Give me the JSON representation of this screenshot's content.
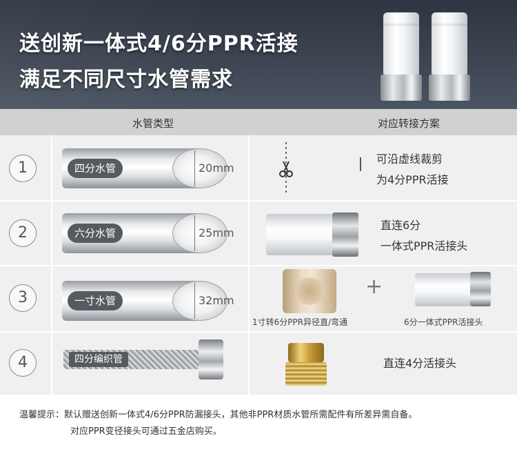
{
  "banner": {
    "title_line1": "送创新一体式4/6分PPR活接",
    "title_line2": "满足不同尺寸水管需求"
  },
  "table": {
    "header_pipe_type": "水管类型",
    "header_solution": "对应转接方案",
    "rows": [
      {
        "number": "1",
        "pipe_label": "四分水管",
        "dimension": "20mm",
        "solution_line1": "可沿虚线裁剪",
        "solution_line2": "为4分PPR活接"
      },
      {
        "number": "2",
        "pipe_label": "六分水管",
        "dimension": "25mm",
        "solution_line1": "直连6分",
        "solution_line2": "一体式PPR活接头"
      },
      {
        "number": "3",
        "pipe_label": "一寸水管",
        "dimension": "32mm",
        "plus_sign": "+",
        "caption_left": "1寸转6分PPR异径直/弯通",
        "caption_right": "6分一体式PPR活接头"
      },
      {
        "number": "4",
        "pipe_label": "四分编织管",
        "solution_line1": "直连4分活接头"
      }
    ]
  },
  "footer": {
    "line1": "温馨提示：默认赠送创新一体式4/6分PPR防漏接头，其他非PPR材质水管所需配件有所差异需自备。",
    "line2": "对应PPR变径接头可通过五金店购买。"
  },
  "icons": {
    "scissors": "scissors-icon"
  },
  "colors": {
    "banner_bg": "#3a424c",
    "header_bg": "#d1d1d1",
    "row_bg": "#f0f0f0",
    "label_bg": "#555b60"
  }
}
